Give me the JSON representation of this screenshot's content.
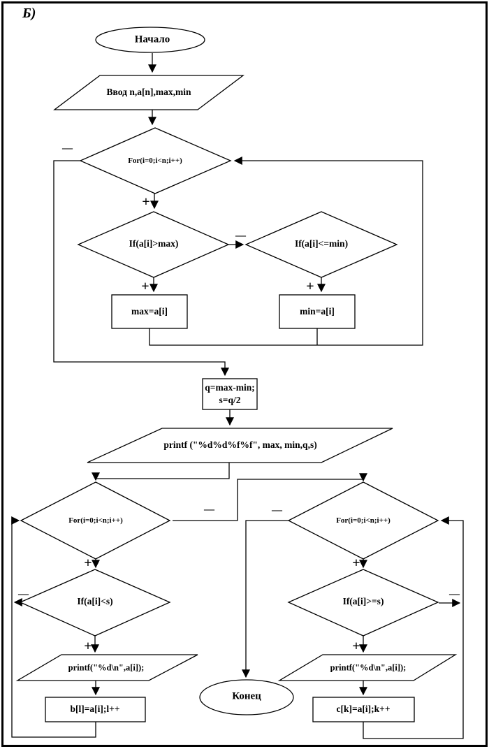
{
  "page_label": "Б)",
  "colors": {
    "stroke": "#000000",
    "background": "#ffffff"
  },
  "branch_labels": {
    "plus": "+",
    "minus": "—"
  },
  "nodes": {
    "start": {
      "label": "Начало"
    },
    "input": {
      "label": "Ввод  n,a[n],max,min"
    },
    "loop1": {
      "label": "For(i=0;i<n;i++)"
    },
    "if_max": {
      "label": "If(a[i]>max)"
    },
    "if_min": {
      "label": "If(a[i]<=min)"
    },
    "set_max": {
      "label": "max=a[i]"
    },
    "set_min": {
      "label": "min=a[i]"
    },
    "calc": {
      "line1": "q=max-min;",
      "line2": "s=q/2"
    },
    "print_all": {
      "label": "printf  (\"%d%d%f%f\",  max,  min,q,s)"
    },
    "loop2": {
      "label": "For(i=0;i<n;i++)"
    },
    "loop3": {
      "label": "For(i=0;i<n;i++)"
    },
    "if_less": {
      "label": "If(a[i]<s)"
    },
    "if_geq": {
      "label": "If(a[i]>=s)"
    },
    "print_less": {
      "label": "printf(\"%d\\n\",a[i]);"
    },
    "print_geq": {
      "label": "printf(\"%d\\n\",a[i]);"
    },
    "store_b": {
      "label": "b[l]=a[i];l++"
    },
    "store_c": {
      "label": "c[k]=a[i];k++"
    },
    "end": {
      "label": "Конец"
    }
  }
}
